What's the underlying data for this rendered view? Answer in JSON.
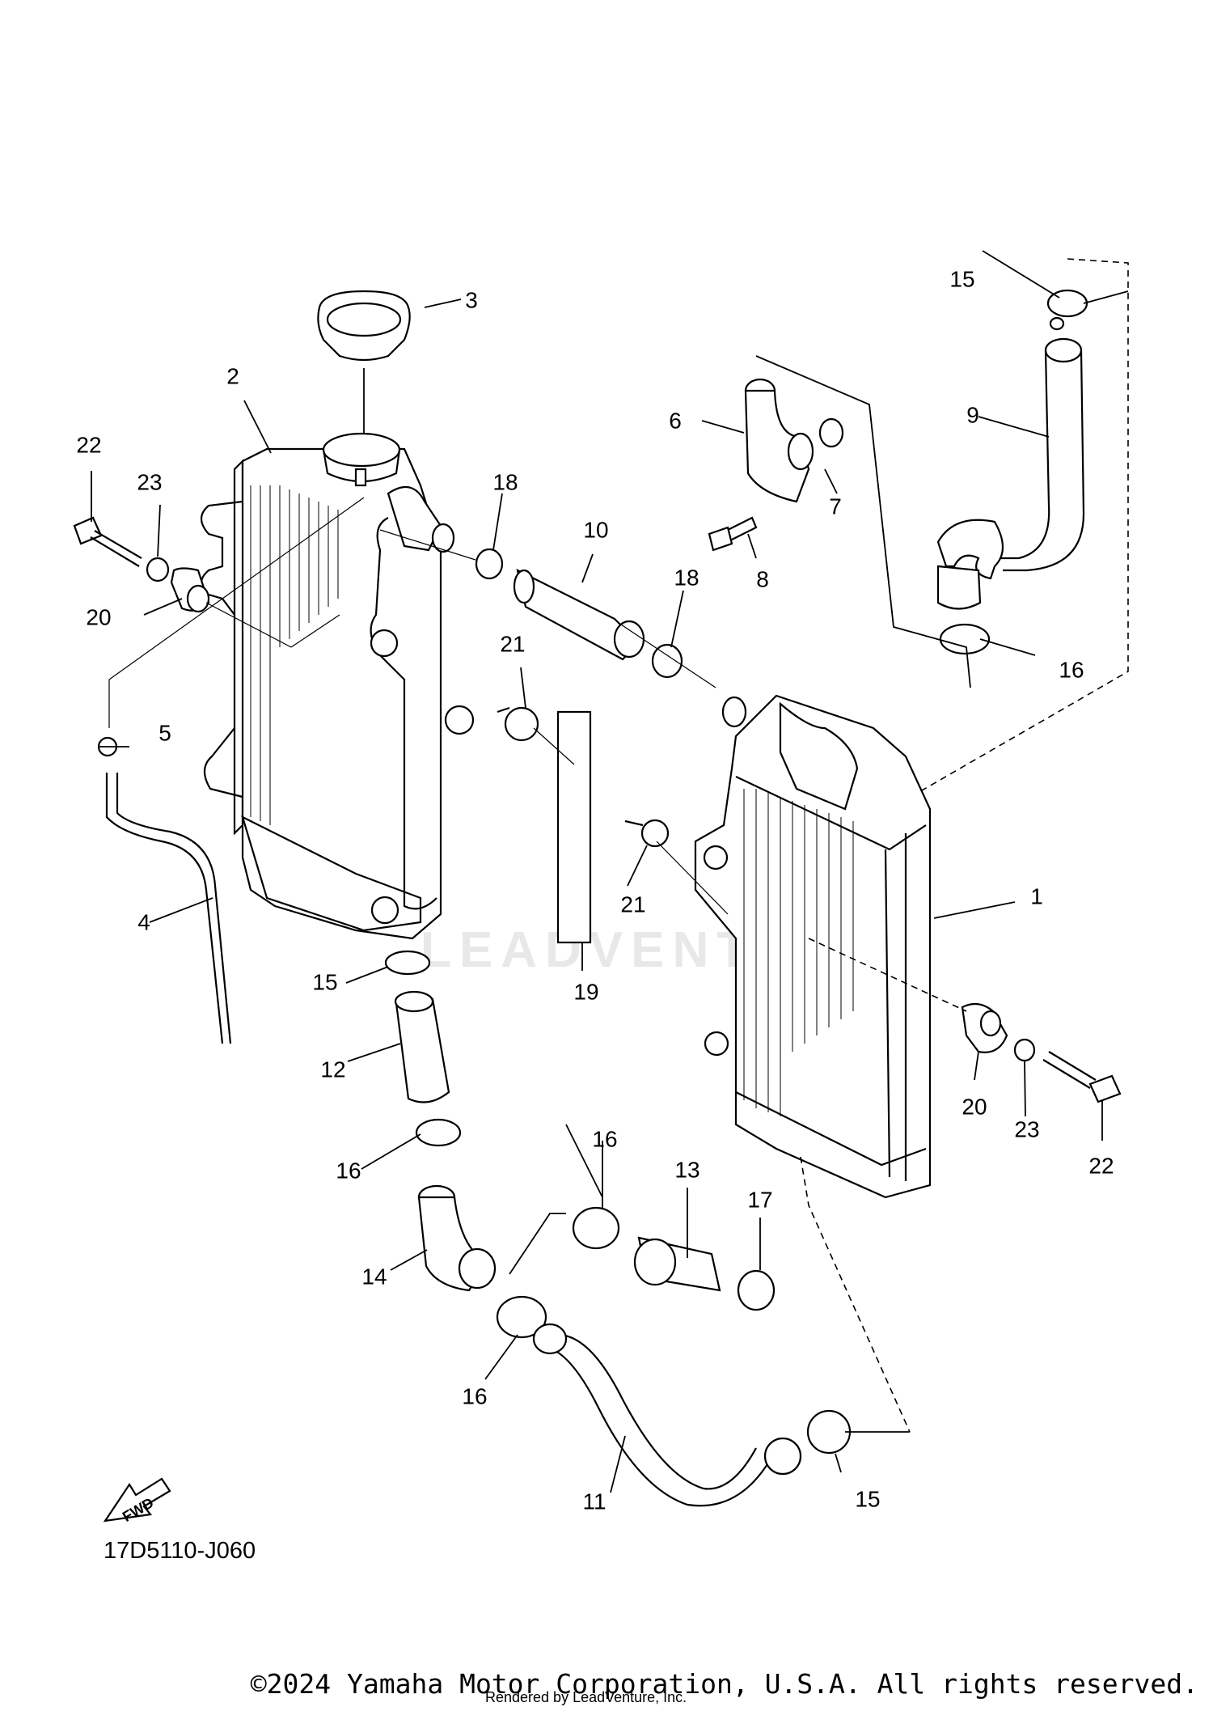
{
  "diagram": {
    "code": "17D5110-J060",
    "fwd_label": "FWD",
    "watermark": "LEADVENTURE",
    "callouts": {
      "c1": "1",
      "c2": "2",
      "c3": "3",
      "c4": "4",
      "c5": "5",
      "c6": "6",
      "c7": "7",
      "c8": "8",
      "c9": "9",
      "c10": "10",
      "c11": "11",
      "c12": "12",
      "c13": "13",
      "c14": "14",
      "c15a": "15",
      "c15b": "15",
      "c15c": "15",
      "c16a": "16",
      "c16b": "16",
      "c16c": "16",
      "c16d": "16",
      "c17": "17",
      "c18a": "18",
      "c18b": "18",
      "c19": "19",
      "c20a": "20",
      "c20b": "20",
      "c21a": "21",
      "c21b": "21",
      "c22a": "22",
      "c22b": "22",
      "c23a": "23",
      "c23b": "23"
    }
  },
  "footer": {
    "copyright": "©2024 Yamaha Motor Corporation, U.S.A. All rights reserved.",
    "rendered_by": "Rendered by LeadVenture, Inc."
  }
}
